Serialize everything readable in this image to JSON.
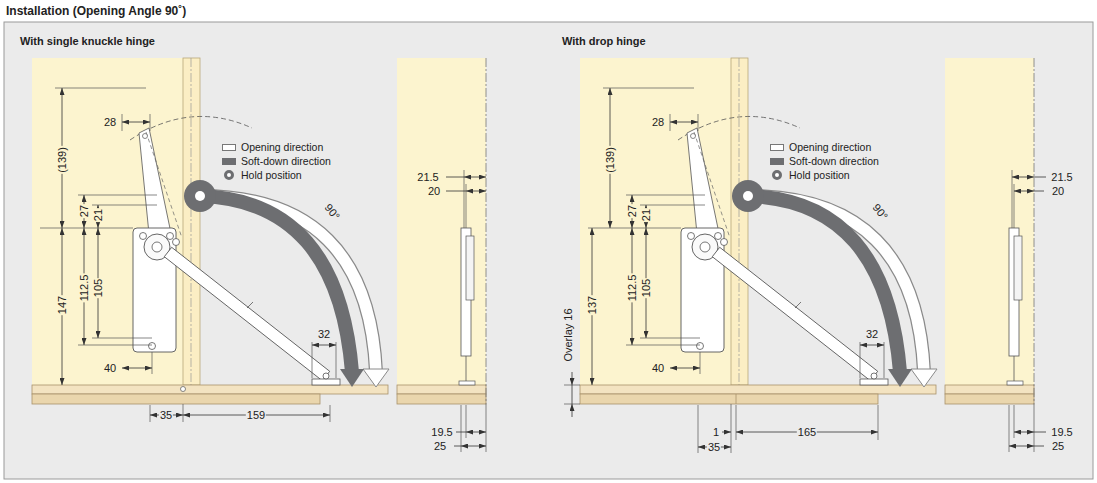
{
  "diagram": {
    "title": "Installation (Opening Angle 90˚)",
    "nodes": [
      {
        "text": [
          "With single knuckle hinge"
        ]
      },
      {
        "text": [
          "With drop hinge"
        ]
      }
    ],
    "labels": [
      "28",
      "(139)",
      "27",
      "21",
      "147",
      "112.5",
      "105",
      "40",
      "35",
      "159",
      "32",
      "90°",
      "21.5",
      "20",
      "19.5",
      "25",
      "28",
      "(139)",
      "27",
      "21",
      "137",
      "112.5",
      "105",
      "Overlay 16",
      "40",
      "1",
      "165",
      "35",
      "32",
      "90°",
      "21.5",
      "20",
      "19.5",
      "25"
    ],
    "legend": [
      {
        "text": "Opening direction"
      },
      {
        "text": "Soft-down direction",
        "color": "#6d6e71"
      },
      {
        "text": "Hold position"
      },
      {
        "text": "Opening direction"
      },
      {
        "text": "Soft-down direction",
        "color": "#6d6e71"
      },
      {
        "text": "Hold position"
      }
    ]
  }
}
